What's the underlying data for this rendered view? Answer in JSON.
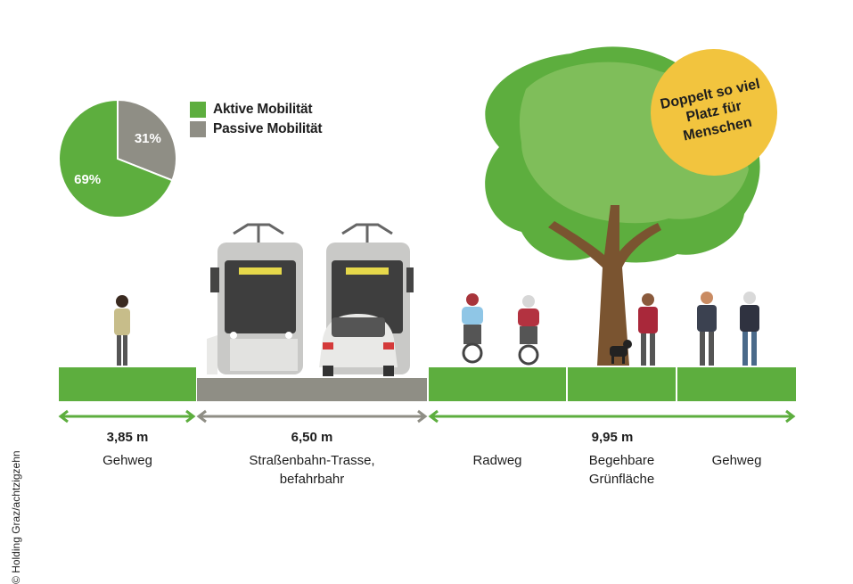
{
  "chart_data": {
    "type": "pie",
    "categories": [
      "Aktive Mobilität",
      "Passive Mobilität"
    ],
    "values": [
      69,
      31
    ],
    "labels": [
      "69%",
      "31%"
    ],
    "colors": [
      "#5dae3e",
      "#8f8e85"
    ],
    "legend": "right"
  },
  "badge": {
    "text": "Doppelt so viel Platz für Menschen",
    "color": "#f2c43e"
  },
  "segments": [
    {
      "value": "3,85 m",
      "label": "Gehweg",
      "color": "#5dae3e"
    },
    {
      "value": "6,50 m",
      "label": "Straßenbahn-Trasse, befahrbahr",
      "color": "#8f8e85"
    },
    {
      "value": "9,95 m",
      "sub_labels": [
        "Radweg",
        "Begehbare Grünfläche",
        "Gehweg"
      ],
      "color": "#5dae3e"
    }
  ],
  "credit": "© Holding Graz/achtzigzehn"
}
